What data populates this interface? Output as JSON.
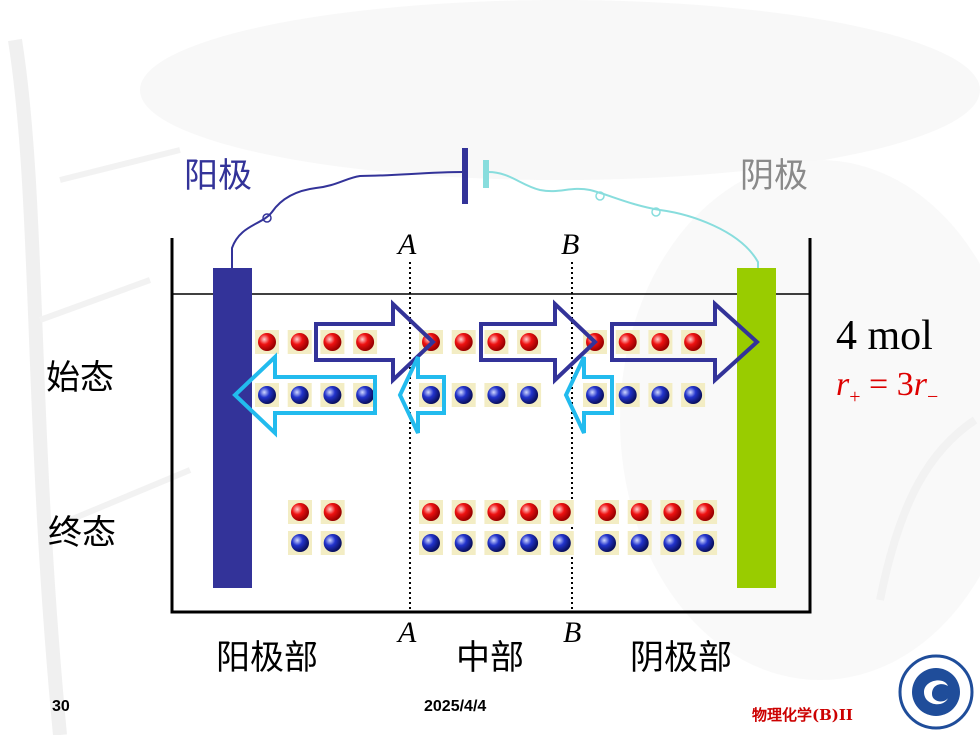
{
  "electrodes": {
    "anode_title": "阳极",
    "cathode_title": "阴极"
  },
  "boundaries": {
    "a_top": "A",
    "b_top": "B",
    "a_bottom": "A",
    "b_bottom": "B"
  },
  "states": {
    "initial": "始态",
    "final": "终态"
  },
  "regions": {
    "anode": "阳极部",
    "middle": "中部",
    "cathode": "阴极部"
  },
  "annotations": {
    "amount": "4 mol",
    "r_plus": "r",
    "plus_sub": "+",
    "equals": " = 3",
    "r_minus": "r",
    "minus_sub": "−"
  },
  "ions": {
    "initial_cations_per_region": [
      4,
      4,
      4
    ],
    "initial_anions_per_region": [
      4,
      4,
      4
    ],
    "final_cations_per_region": [
      2,
      5,
      4
    ],
    "final_anions_per_region": [
      2,
      5,
      4
    ]
  },
  "footer": {
    "slide_number": "30",
    "date": "2025/4/4",
    "course": "物理化学(B)II"
  },
  "colors": {
    "anode": "#333399",
    "cathode": "#99cc00",
    "cation": "#ee1111",
    "anion": "#2233cc",
    "cation_arrow": "#333399",
    "anion_arrow": "#22bbee",
    "annotation": "#dd0000",
    "cathode_title": "#8a8a8a"
  }
}
